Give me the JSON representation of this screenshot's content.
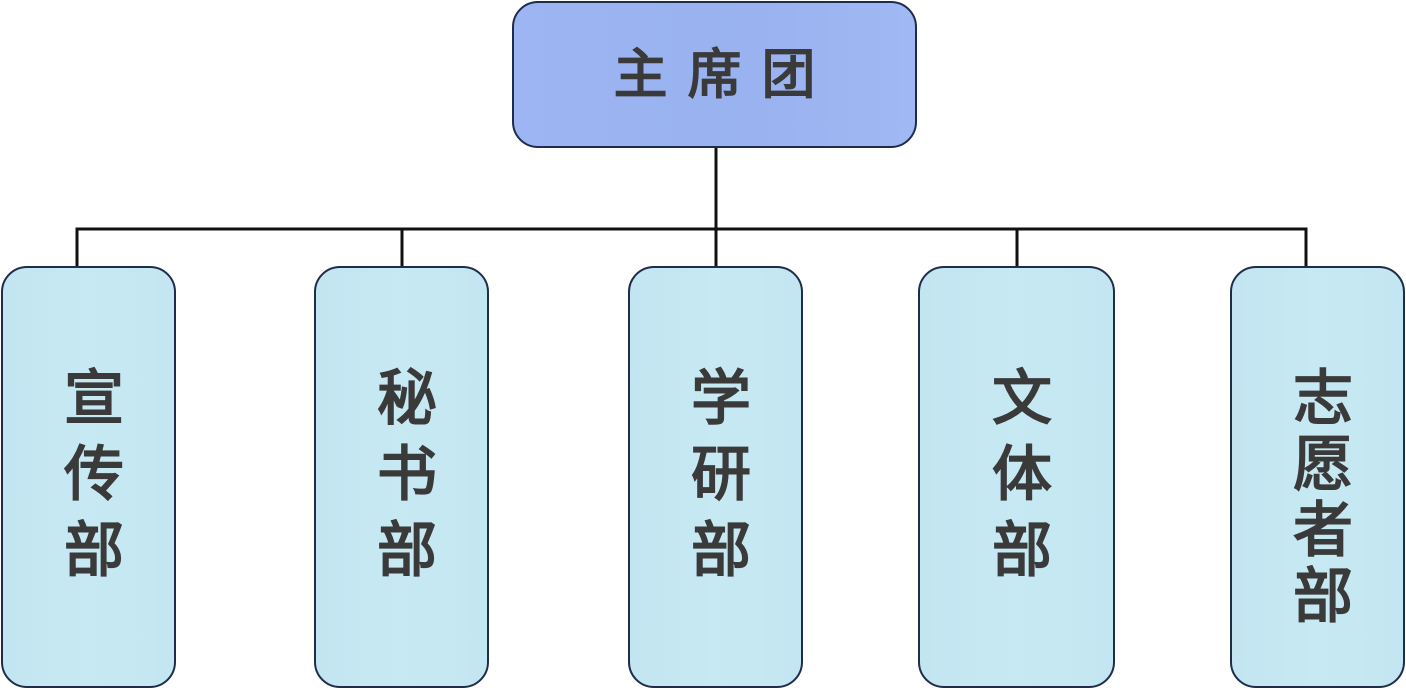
{
  "root": {
    "label": "主席团"
  },
  "departments": [
    {
      "label": "宣传部"
    },
    {
      "label": "秘书部"
    },
    {
      "label": "学研部"
    },
    {
      "label": "文体部"
    },
    {
      "label": "志愿者部"
    }
  ],
  "colors": {
    "root_fill": "#99b2f0",
    "dept_fill": "#c7e9f3",
    "border": "#1f2d4a",
    "connector": "#111111",
    "text": "#3a3a3a"
  }
}
